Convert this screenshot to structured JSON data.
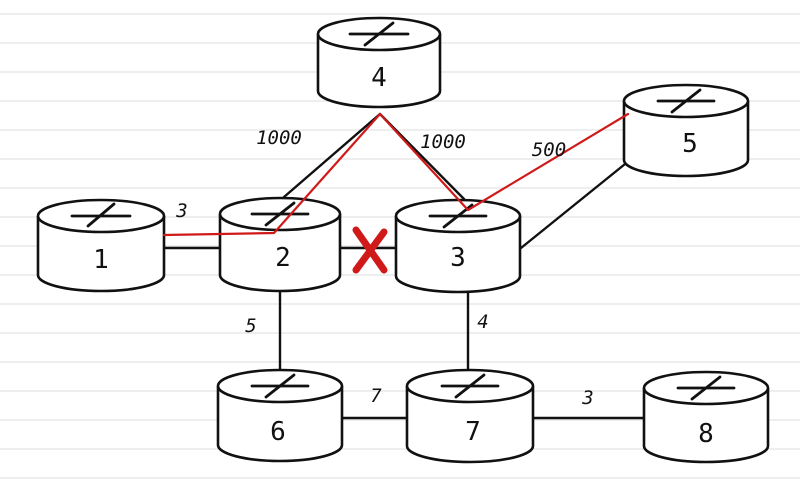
{
  "colors": {
    "path": "#d01a1a",
    "failure": "#d01a1a",
    "ink": "#111111",
    "paper_lines": "#dcdcdc"
  },
  "routers": [
    {
      "id": "r1",
      "label": "1"
    },
    {
      "id": "r2",
      "label": "2"
    },
    {
      "id": "r3",
      "label": "3"
    },
    {
      "id": "r4",
      "label": "4"
    },
    {
      "id": "r5",
      "label": "5"
    },
    {
      "id": "r6",
      "label": "6"
    },
    {
      "id": "r7",
      "label": "7"
    },
    {
      "id": "r8",
      "label": "8"
    }
  ],
  "links": [
    {
      "from": "1",
      "to": "2",
      "cost": "3"
    },
    {
      "from": "2",
      "to": "4",
      "cost": "1000"
    },
    {
      "from": "4",
      "to": "3",
      "cost": "1000"
    },
    {
      "from": "3",
      "to": "5",
      "cost": "500"
    },
    {
      "from": "2",
      "to": "6",
      "cost": "5"
    },
    {
      "from": "3",
      "to": "7",
      "cost": "4"
    },
    {
      "from": "6",
      "to": "7",
      "cost": "7"
    },
    {
      "from": "7",
      "to": "8",
      "cost": "3"
    },
    {
      "from": "2",
      "to": "3",
      "cost": "",
      "failed": true
    }
  ],
  "highlighted_path": [
    "1",
    "2",
    "4",
    "3",
    "5"
  ],
  "failed_link": {
    "from": "2",
    "to": "3",
    "icon": "red-x-icon"
  }
}
